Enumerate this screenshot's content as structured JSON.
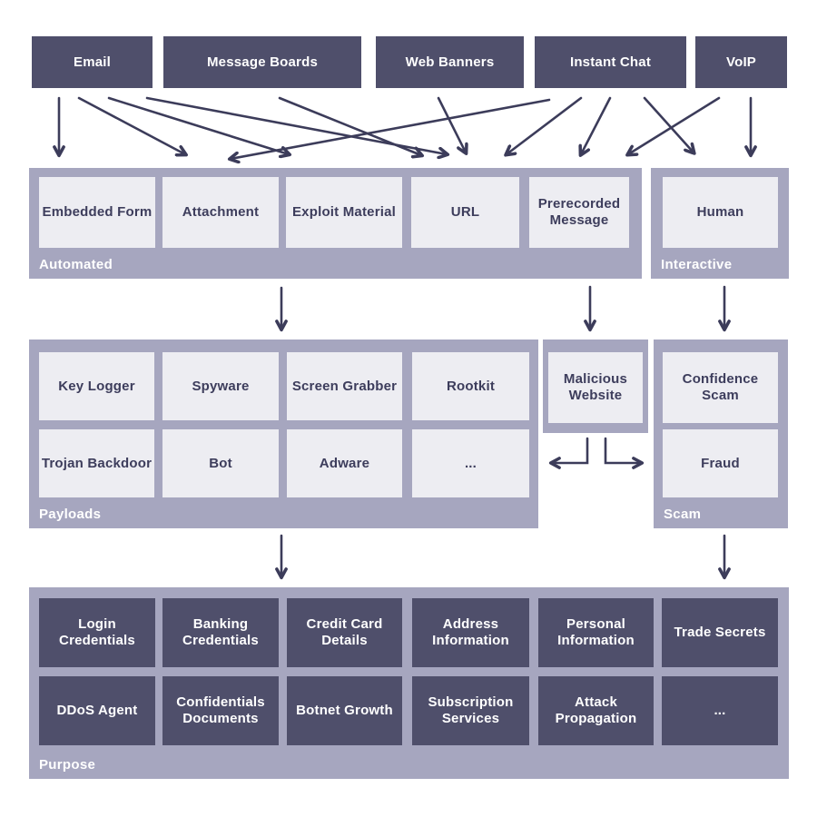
{
  "diagram_title": "Attack channel / distribution / payload / purpose taxonomy",
  "colors": {
    "dark_box": "#4f4f6b",
    "group_container": "#a6a6bf",
    "light_box": "#ededf2",
    "arrow": "#3c3c5a",
    "dark_text": "#3d3d5c",
    "light_text": "#ffffff",
    "background": "#ffffff"
  },
  "channels": {
    "items": [
      {
        "label": "Email"
      },
      {
        "label": "Message Boards"
      },
      {
        "label": "Web Banners"
      },
      {
        "label": "Instant Chat"
      },
      {
        "label": "VoIP"
      }
    ]
  },
  "distribution": {
    "automated": {
      "label": "Automated",
      "items": [
        {
          "label": "Embedded Form"
        },
        {
          "label": "Attachment"
        },
        {
          "label": "Exploit Material"
        },
        {
          "label": "URL"
        },
        {
          "label": "Prerecorded Message"
        }
      ]
    },
    "interactive": {
      "label": "Interactive",
      "items": [
        {
          "label": "Human"
        }
      ]
    }
  },
  "payloads": {
    "label": "Payloads",
    "items": [
      {
        "label": "Key Logger"
      },
      {
        "label": "Spyware"
      },
      {
        "label": "Screen Grabber"
      },
      {
        "label": "Rootkit"
      },
      {
        "label": "Trojan Backdoor"
      },
      {
        "label": "Bot"
      },
      {
        "label": "Adware"
      },
      {
        "label": "..."
      }
    ]
  },
  "malicious_website": {
    "label": "Malicious Website"
  },
  "scam": {
    "label": "Scam",
    "items": [
      {
        "label": "Confidence Scam"
      },
      {
        "label": "Fraud"
      }
    ]
  },
  "purpose": {
    "label": "Purpose",
    "items": [
      {
        "label": "Login Credentials"
      },
      {
        "label": "Banking Credentials"
      },
      {
        "label": "Credit Card Details"
      },
      {
        "label": "Address Information"
      },
      {
        "label": "Personal Information"
      },
      {
        "label": "Trade Secrets"
      },
      {
        "label": "DDoS Agent"
      },
      {
        "label": "Confidentials Documents"
      },
      {
        "label": "Botnet Growth"
      },
      {
        "label": "Subscription Services"
      },
      {
        "label": "Attack Propagation"
      },
      {
        "label": "..."
      }
    ]
  },
  "edges": [
    {
      "from": "Email",
      "to": "Embedded Form"
    },
    {
      "from": "Email",
      "to": "Attachment"
    },
    {
      "from": "Email",
      "to": "Exploit Material"
    },
    {
      "from": "Email",
      "to": "URL"
    },
    {
      "from": "Message Boards",
      "to": "URL"
    },
    {
      "from": "Web Banners",
      "to": "URL"
    },
    {
      "from": "Instant Chat",
      "to": "Attachment"
    },
    {
      "from": "Instant Chat",
      "to": "URL"
    },
    {
      "from": "Instant Chat",
      "to": "Prerecorded Message"
    },
    {
      "from": "Instant Chat",
      "to": "Human"
    },
    {
      "from": "VoIP",
      "to": "Prerecorded Message"
    },
    {
      "from": "VoIP",
      "to": "Human"
    },
    {
      "from": "Automated",
      "to": "Payloads"
    },
    {
      "from": "Prerecorded Message",
      "to": "Malicious Website"
    },
    {
      "from": "Interactive",
      "to": "Scam"
    },
    {
      "from": "Malicious Website",
      "to": "Payloads"
    },
    {
      "from": "Malicious Website",
      "to": "Scam"
    },
    {
      "from": "Payloads",
      "to": "Purpose"
    },
    {
      "from": "Scam",
      "to": "Purpose"
    }
  ]
}
